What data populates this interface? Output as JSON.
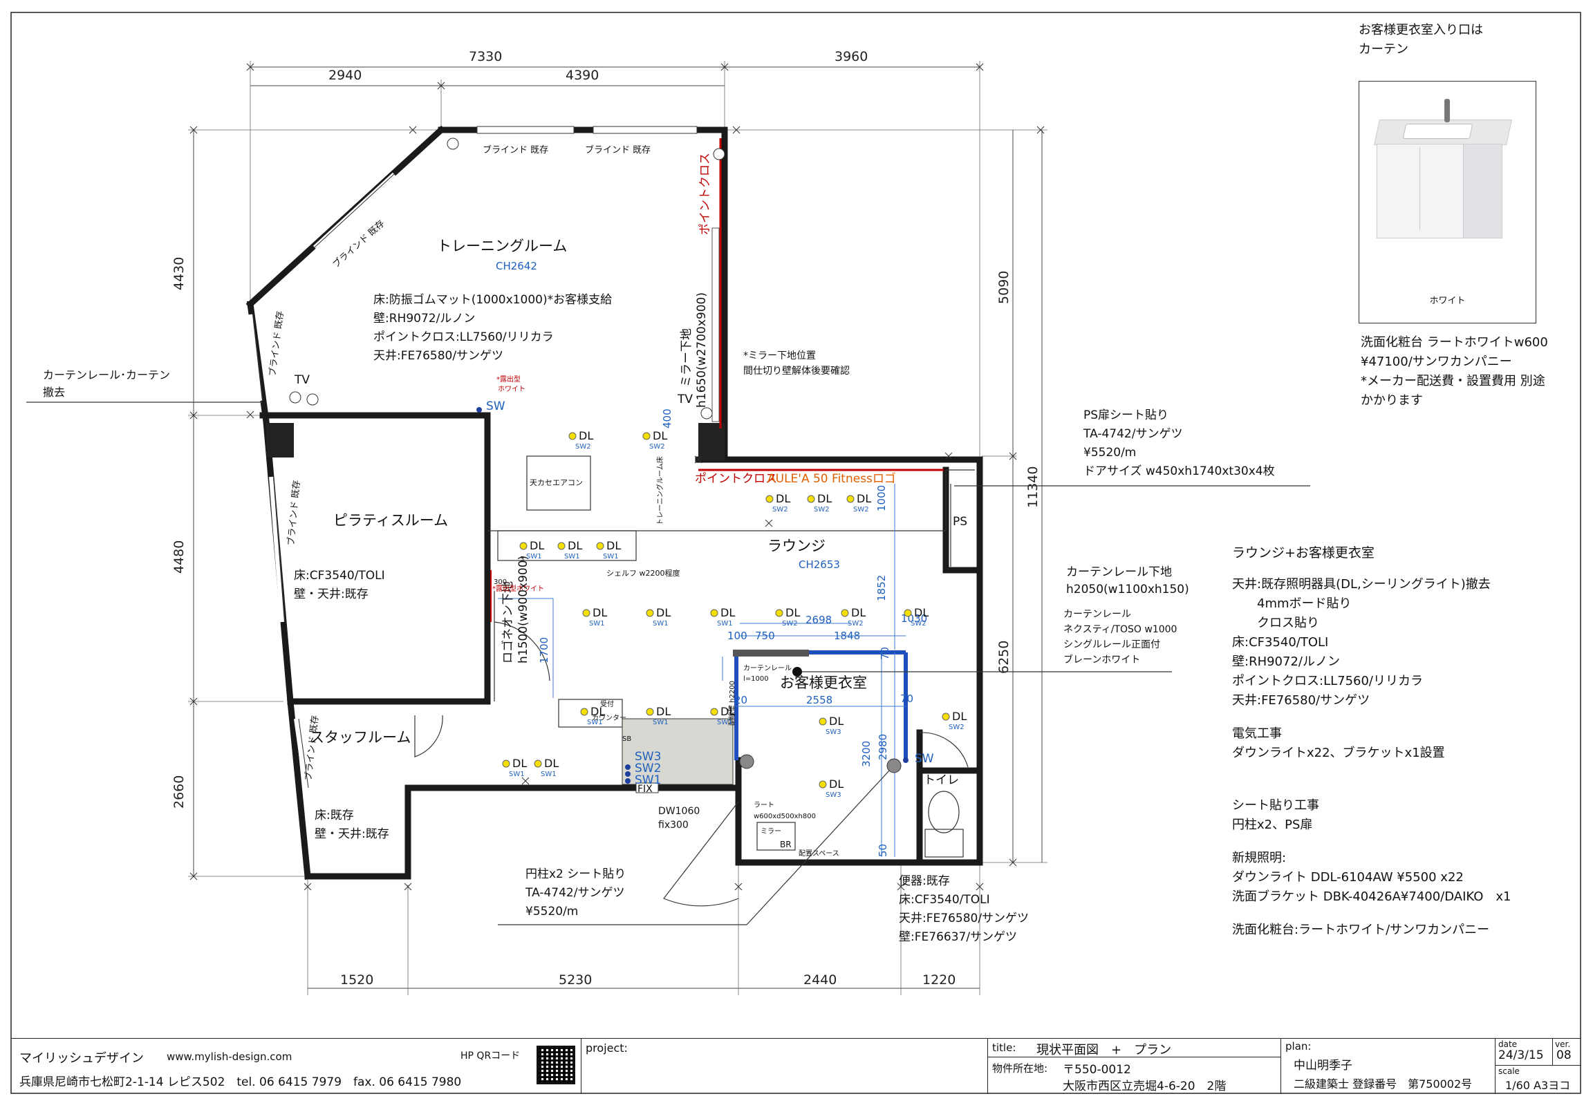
{
  "dims_top": {
    "d7330": "7330",
    "d3960": "3960",
    "d2940": "2940",
    "d4390": "4390"
  },
  "dims_bottom": {
    "d1520": "1520",
    "d5230": "5230",
    "d2440": "2440",
    "d1220": "1220"
  },
  "dims_left": {
    "d4430": "4430",
    "d4480": "4480",
    "d2660": "2660"
  },
  "dims_right": {
    "d11340": "11340",
    "d5090": "5090",
    "d6250": "6250"
  },
  "dims_inner": {
    "d2698": "2698",
    "d1848": "1848",
    "d1030": "1030",
    "d100": "100",
    "d750": "750",
    "d2558": "2558",
    "d3200": "3200",
    "d2980": "2980",
    "d1852": "1852",
    "d1000": "1000",
    "d1700": "1700",
    "d400": "400",
    "d70a": "70",
    "d70b": "70",
    "d50": "50",
    "d20": "20"
  },
  "rooms": {
    "training": {
      "name": "トレーニングルーム",
      "ch": "CH2642"
    },
    "pilates": {
      "name": "ピラティスルーム"
    },
    "lounge": {
      "name": "ラウンジ",
      "ch": "CH2653"
    },
    "fitting": {
      "name": "お客様更衣室"
    },
    "staff": {
      "name": "スタッフルーム"
    },
    "toilet": {
      "name": "トイレ"
    },
    "ps": {
      "name": "PS"
    }
  },
  "training_specs": [
    "床:防振ゴムマット(1000x1000)*お客様支給",
    "壁:RH9072/ルノン",
    "ポイントクロス:LL7560/リリカラ",
    "天井:FE76580/サンゲツ"
  ],
  "pilates_specs": [
    "床:CF3540/TOLI",
    "壁・天井:既存"
  ],
  "staff_specs": [
    "床:既存",
    "壁・天井:既存"
  ],
  "toilet_specs": [
    "便器:既存",
    "床:CF3540/TOLI",
    "天井:FE76580/サンゲツ",
    "壁:FE76637/サンゲツ"
  ],
  "column_sheet": [
    "円柱x2 シート貼り",
    "TA-4742/サンゲツ",
    "¥5520/m"
  ],
  "ps_door": [
    "PS扉シート貼り",
    "TA-4742/サンゲツ",
    "¥5520/m",
    "ドアサイズ w450xh1740xt30x4枚"
  ],
  "curtain_rail": [
    "カーテンレール下地",
    "h2050(w1100xh150)"
  ],
  "curtain_rail_detail": [
    "カーテンレール",
    "ネクスティ/TOSO w1000",
    "シングルレール正面付",
    "ブレーンホワイト"
  ],
  "curtain_remove": [
    "カーテンレール･カーテン",
    "撤去"
  ],
  "mirror_note": [
    "*ミラー下地位置",
    "間仕切り壁解体後要確認"
  ],
  "mirror_base": [
    "ミラー下地",
    "h1650(w2700x900)"
  ],
  "logo_neon": [
    "ロゴネオン下地",
    "h1500(w900x900)"
  ],
  "labels": {
    "blind1": "ブラインド 既存",
    "blind2": "ブラインド 既存",
    "blind3": "ブラインド 既存",
    "blind4": "ブラインド 既存",
    "blind5": "ブラインド 既存",
    "blind6": "ブラインド 既存",
    "point_cross_v": "ポイントクロス",
    "point_cross_h": "ポイントクロス",
    "logo": "AULE'A 50 Fitnessロゴ",
    "aircon": "天カセエアコン",
    "shelf": "シェルフ w2200程度",
    "expose": "*露出型",
    "white": "ホワイト",
    "expose2": "*露出型ホワイト",
    "tv1": "TV",
    "tv2": "TV",
    "sw": "SW",
    "sw_toilet": "SW",
    "sb": "SB",
    "sw3": "SW3",
    "sw2": "SW2",
    "sw1": "SW1",
    "fix": "FIX",
    "dw": "DW1060",
    "fix300": "fix300",
    "reception": "受付",
    "counter": "カウンター",
    "curtain_small": "カーテンレール",
    "curtain_small2": "l=1000",
    "lavatory": "ラート",
    "lavatory_size": "w600xd500xh800",
    "mirror": "ミラー",
    "br": "BR",
    "mirror_space": "配置スペース",
    "wall_h": "配線壁 h2200",
    "training_floor": "トレーニングルーム床",
    "n300": "300",
    "n3": "3"
  },
  "dl_label": "DL",
  "sw_small": {
    "sw1": "SW1",
    "sw2": "SW2",
    "sw3": "SW3"
  },
  "sink": {
    "header": [
      "お客様更衣室入り口は",
      "カーテン"
    ],
    "caption": "ホワイト",
    "desc": [
      "洗面化粧台 ラートホワイトw600",
      "¥47100/サンワカンパニー",
      "*メーカー配送費・設置費用 別途",
      "かかります"
    ]
  },
  "spec_panel": {
    "title": "ラウンジ+お客様更衣室",
    "lines": [
      "天井:既存照明器具(DL,シーリングライト)撤去",
      "　　4mmボード貼り",
      "　　クロス貼り",
      "床:CF3540/TOLI",
      "壁:RH9072/ルノン",
      "ポイントクロス:LL7560/リリカラ",
      "天井:FE76580/サンゲツ"
    ],
    "elec_title": "電気工事",
    "elec": "ダウンライトx22、ブラケットx1設置",
    "sheet_title": "シート貼り工事",
    "sheet": "円柱x2、PS扉",
    "light_title": "新規照明:",
    "light": [
      "ダウンライト DDL-6104AW ¥5500 x22",
      "洗面ブラケット DBK-40426A¥7400/DAIKO　x1"
    ],
    "vanity": "洗面化粧台:ラートホワイト/サンワカンパニー"
  },
  "title_block": {
    "company": "マイリッシュデザイン",
    "url": "www.mylish-design.com",
    "qr_label": "HP QRコード",
    "address": "兵庫県尼崎市七松町2-1-14 レピス502　tel. 06 6415 7979　fax. 06 6415 7980",
    "project_label": "project:",
    "title_label": "title:",
    "title": "現状平面図　+　プラン",
    "location_label": "物件所在地:",
    "postal": "〒550-0012",
    "location": "大阪市西区立売堀4-6-20　2階",
    "plan_label": "plan:",
    "planner": "中山明季子",
    "license": "二級建築士 登録番号　第750002号",
    "date_label": "date",
    "date": "24/3/15",
    "ver_label": "ver.",
    "ver": "08",
    "scale_label": "scale",
    "scale": "1/60 A3ヨコ"
  },
  "colors": {
    "wall": "#1a1a1a",
    "blue": "#1f5fbf",
    "red": "#c00000",
    "orange": "#e06000",
    "dl": "#f5e000"
  }
}
